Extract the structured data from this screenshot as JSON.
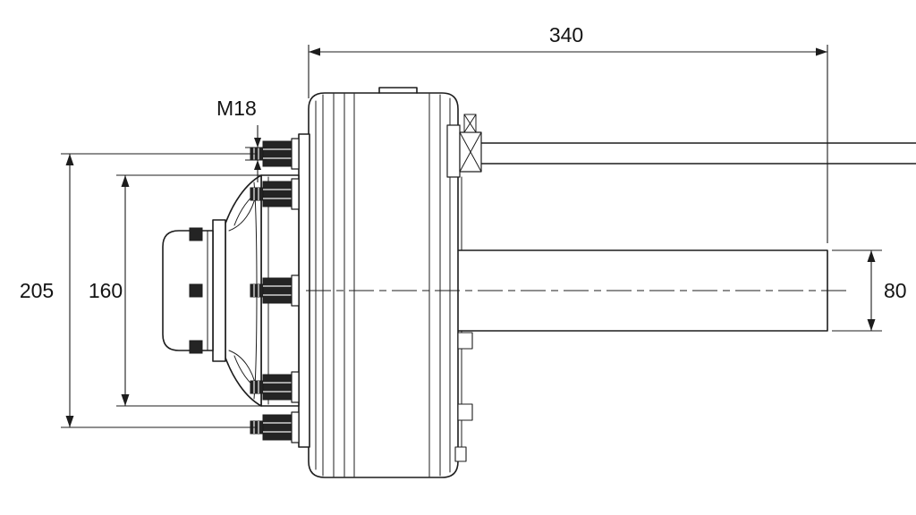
{
  "drawing": {
    "background_color": "#ffffff",
    "line_color": "#1d1d1d",
    "dimensions": {
      "overall_length": "340",
      "stud_thread": "M18",
      "outer_height": "205",
      "inner_height": "160",
      "tube_height": "80"
    }
  }
}
